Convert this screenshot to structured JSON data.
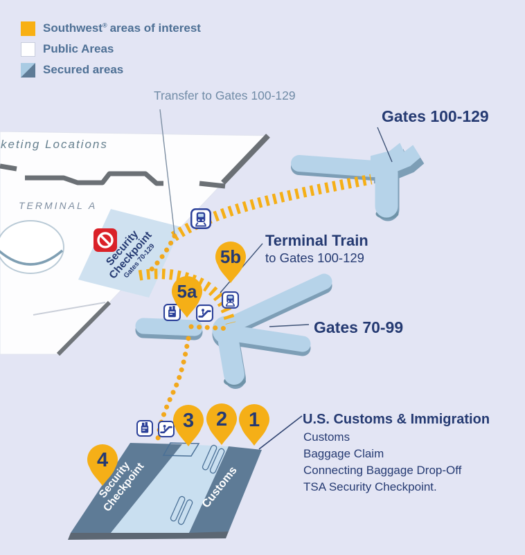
{
  "legend": {
    "item1": {
      "brand": "Southwest",
      "reg": "®",
      "rest": "areas of interest"
    },
    "item2": "Public Areas",
    "item3": "Secured areas"
  },
  "map": {
    "transfer_note": "Transfer to Gates 100-129",
    "gates_100_129": "Gates 100-129",
    "terminal_train": {
      "title": "Terminal Train",
      "subtitle": "to Gates 100-129"
    },
    "gates_70_99": "Gates 70-99",
    "terminal_a": "TERMINAL A",
    "ticketing_partial": "keting Locations",
    "security_checkpoint_upper": {
      "line1": "Security",
      "line2": "Checkpoint",
      "sub": "Gates 70-129"
    },
    "customs_info": {
      "heading": "U.S. Customs & Immigration",
      "lines": [
        "Customs",
        "Baggage Claim",
        "Connecting Baggage Drop-Off",
        "TSA Security Checkpoint."
      ]
    },
    "building": {
      "left_line1": "Security",
      "left_line2": "Checkpoint",
      "right_band": "Customs"
    },
    "pins": {
      "p1": "1",
      "p2": "2",
      "p3": "3",
      "p4": "4",
      "p5a": "5a",
      "p5b": "5b"
    }
  },
  "colors": {
    "background": "#e3e5f4",
    "gold": "#f5af17",
    "navy_text": "#253a72",
    "slate_text": "#4e7095",
    "terminal_blue": "#b6d3e9",
    "terminal_edge": "#7d9eb6",
    "stem_cap": "#6f93a8",
    "checkpoint_blue": "#cfe1f0",
    "secured_band": "#5e7b96",
    "wall_gray": "#6b7075",
    "no_entry_red": "#da2128",
    "icon_blue": "#2b4099",
    "public_white": "#ffffff"
  }
}
